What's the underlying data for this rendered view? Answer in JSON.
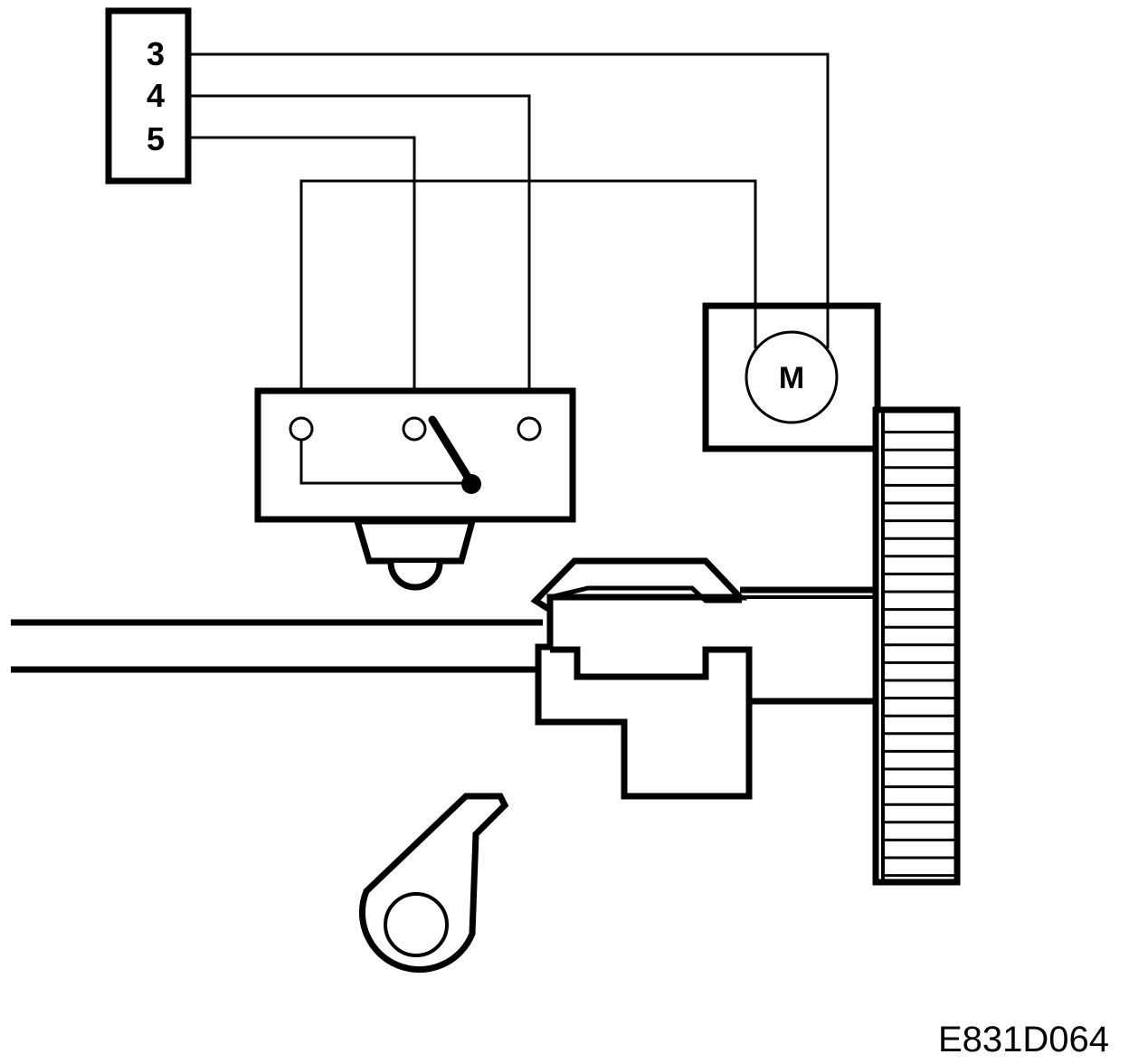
{
  "connector": {
    "pins": [
      "3",
      "4",
      "5"
    ]
  },
  "motor": {
    "label": "M"
  },
  "figure_id": "E831D064",
  "colors": {
    "line": "#000000",
    "background": "#ffffff"
  }
}
